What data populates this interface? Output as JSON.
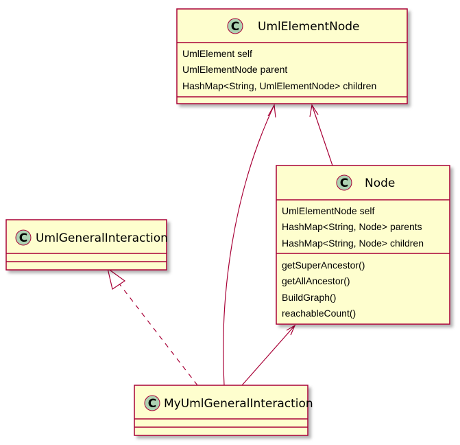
{
  "classes": {
    "uml_element_node": {
      "badge": "C",
      "name": "UmlElementNode",
      "attributes": [
        "UmlElement self",
        "UmlElementNode parent",
        "HashMap<String, UmlElementNode> children"
      ],
      "methods": []
    },
    "node": {
      "badge": "C",
      "name": "Node",
      "attributes": [
        "UmlElementNode self",
        "HashMap<String, Node> parents",
        "HashMap<String, Node> children"
      ],
      "methods": [
        "getSuperAncestor()",
        "getAllAncestor()",
        "BuildGraph()",
        "reachableCount()"
      ]
    },
    "uml_general_interaction": {
      "badge": "C",
      "name": "UmlGeneralInteraction",
      "attributes": [],
      "methods": []
    },
    "my_uml_general_interaction": {
      "badge": "C",
      "name": "MyUmlGeneralInteraction",
      "attributes": [],
      "methods": []
    }
  },
  "relations": [
    {
      "from": "my_uml_general_interaction",
      "to": "uml_element_node",
      "kind": "association"
    },
    {
      "from": "node",
      "to": "uml_element_node",
      "kind": "association"
    },
    {
      "from": "my_uml_general_interaction",
      "to": "node",
      "kind": "association"
    },
    {
      "from": "my_uml_general_interaction",
      "to": "uml_general_interaction",
      "kind": "realization"
    }
  ],
  "colors": {
    "class_fill": "#FEFECE",
    "class_border": "#A80036",
    "badge_fill": "#ADD1B2",
    "edge": "#A80036",
    "shadow": "#c8c8c8"
  }
}
